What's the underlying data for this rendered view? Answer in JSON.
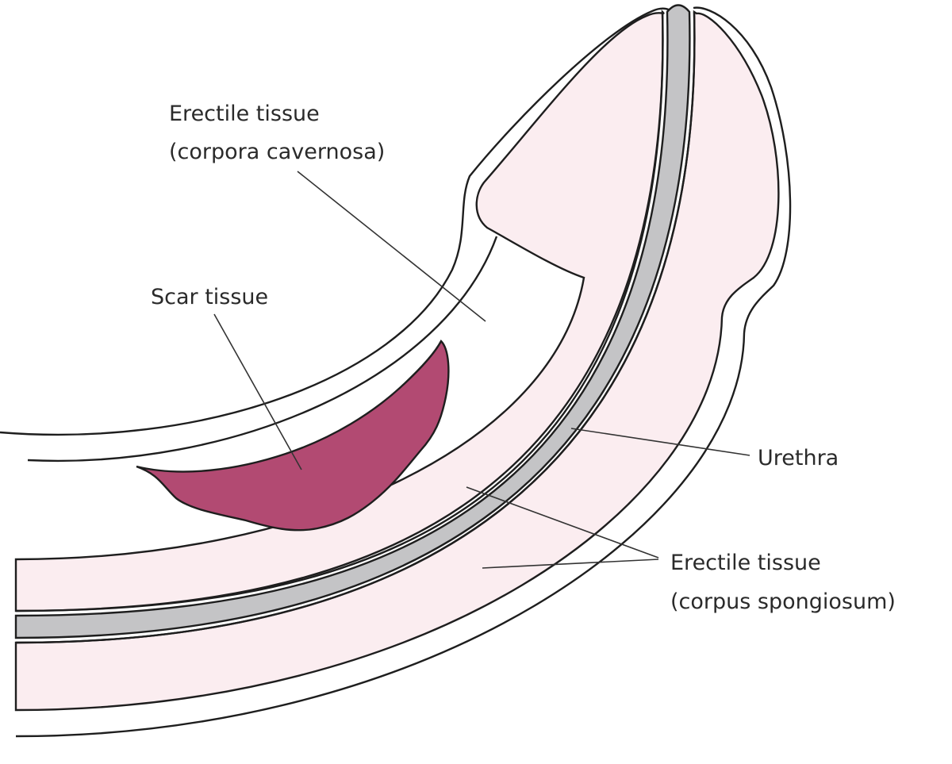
{
  "labels": {
    "corpora_cavernosa_line1": "Erectile tissue",
    "corpora_cavernosa_line2": "(corpora cavernosa)",
    "scar_tissue": "Scar tissue",
    "urethra": "Urethra",
    "corpus_spongiosum_line1": "Erectile tissue",
    "corpus_spongiosum_line2": "(corpus spongiosum)"
  },
  "colors": {
    "erectile_tissue": "#fbedf0",
    "urethra": "#c4c4c6",
    "scar_tissue": "#b24a72",
    "outline": "#1e1e1e"
  }
}
